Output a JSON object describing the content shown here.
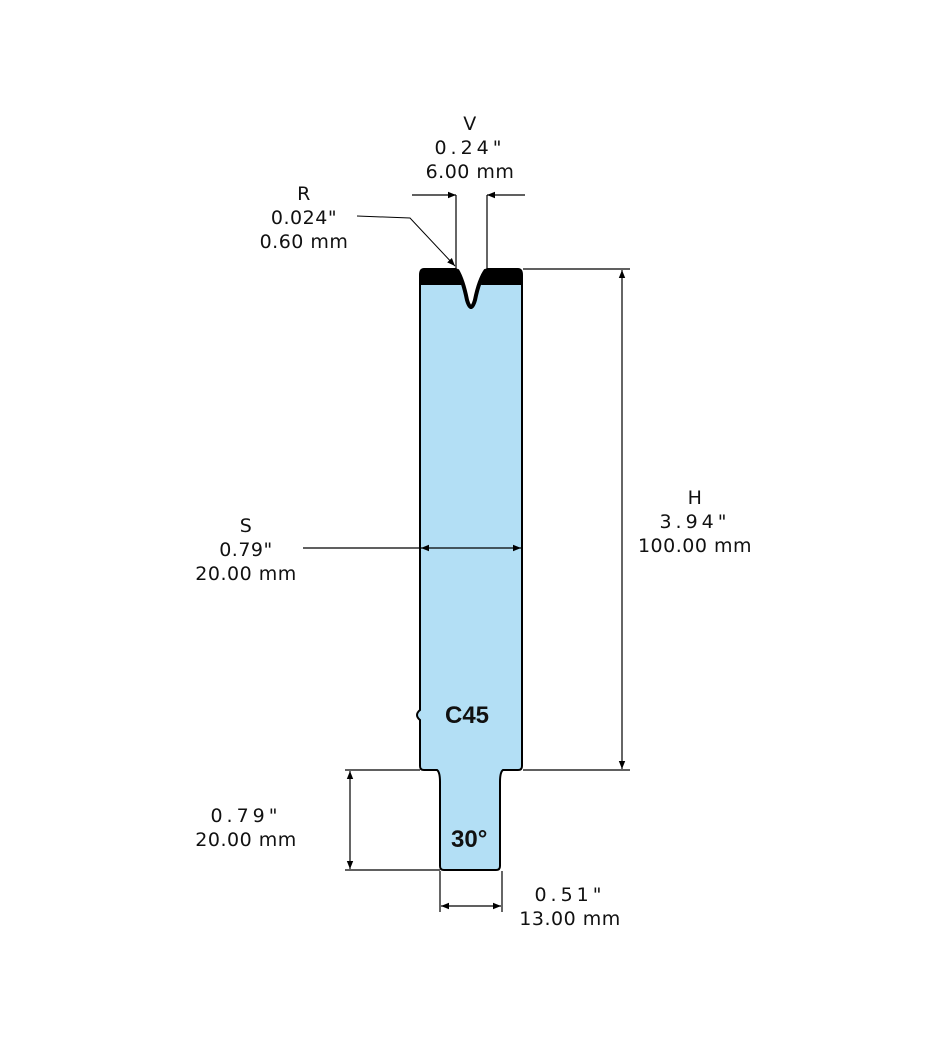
{
  "colors": {
    "tool_fill": "#b3dff5",
    "outline": "#000000",
    "tip_band": "#000000"
  },
  "dimensions": {
    "v": {
      "name": "V",
      "inch": "0.24\"",
      "mm": "6.00 mm"
    },
    "r": {
      "name": "R",
      "inch": "0.024\"",
      "mm": "0.60 mm"
    },
    "h": {
      "name": "H",
      "inch": "3.94\"",
      "mm": "100.00 mm"
    },
    "s": {
      "name": "S",
      "inch": "0.79\"",
      "mm": "20.00 mm"
    },
    "tang_height": {
      "inch": "0.79\"",
      "mm": "20.00 mm"
    },
    "tang_width": {
      "inch": "0.51\"",
      "mm": "13.00 mm"
    }
  },
  "markings": {
    "material": "C45",
    "angle": "30°"
  }
}
